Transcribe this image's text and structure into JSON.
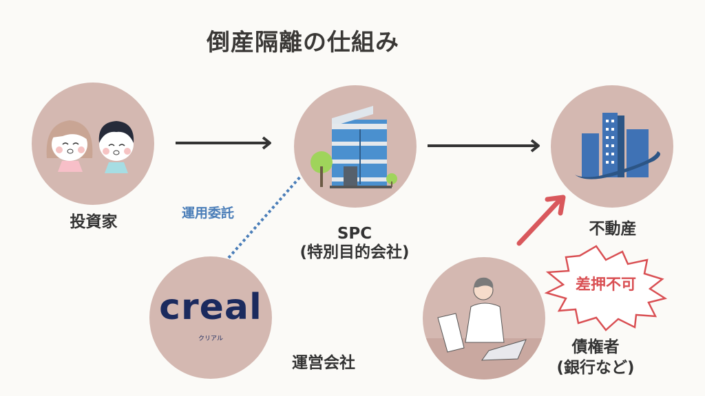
{
  "title": "倒産隔離の仕組み",
  "nodes": {
    "investor": {
      "label": "投資家",
      "icon": "investors-illustration"
    },
    "spc": {
      "label_line1": "SPC",
      "label_line2": "(特別目的会社)",
      "icon": "office-building-illustration"
    },
    "real_estate": {
      "label": "不動産",
      "icon": "skyscrapers-logo-icon"
    },
    "operator": {
      "label": "運営会社",
      "logo_text": "creal",
      "logo_subtext": "クリアル"
    },
    "creditor": {
      "label_line1": "債権者",
      "label_line2": "(銀行など)",
      "icon": "thinking-man-illustration"
    }
  },
  "edges": {
    "delegation_label": "運用委託",
    "seizure_label": "差押不可"
  },
  "colors": {
    "circle": "#d4b8b1",
    "arrow_dark": "#333333",
    "arrow_red": "#d9585c",
    "dotted_blue": "#4a7db8",
    "creal_navy": "#1b2a5e",
    "burst_red": "#d94f53"
  }
}
